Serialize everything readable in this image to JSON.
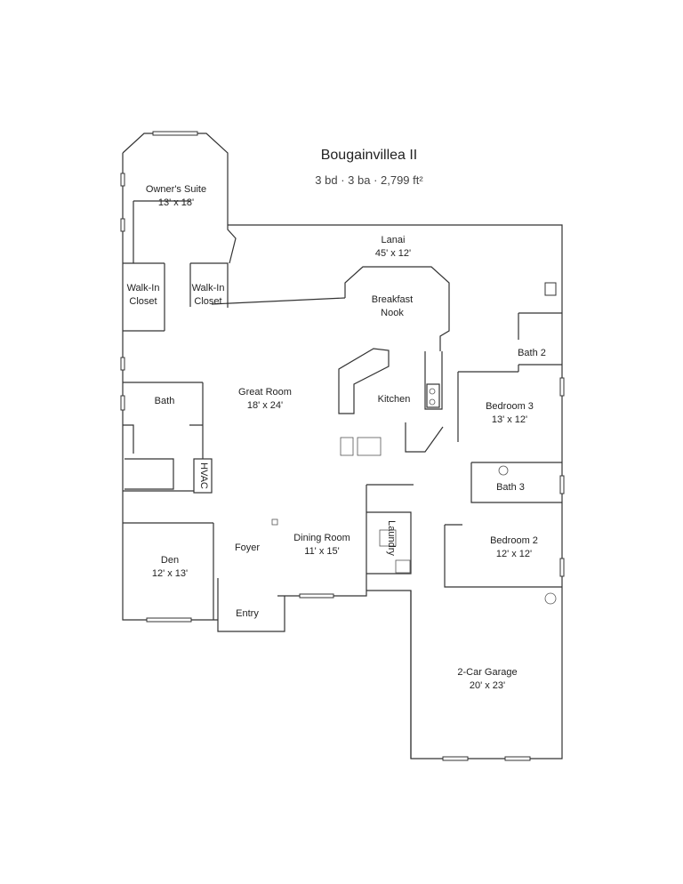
{
  "plan": {
    "name": "Bougainvillea II",
    "specs": "3 bd · 3 ba · 2,799 ft²"
  },
  "rooms": {
    "owners_suite": {
      "name": "Owner's Suite",
      "size": "13' x 18'"
    },
    "lanai": {
      "name": "Lanai",
      "size": "45' x 12'"
    },
    "walk_in_closet_1": {
      "name_line1": "Walk-In",
      "name_line2": "Closet"
    },
    "walk_in_closet_2": {
      "name_line1": "Walk-In",
      "name_line2": "Closet"
    },
    "breakfast_nook": {
      "name_line1": "Breakfast",
      "name_line2": "Nook"
    },
    "bath_2": {
      "name": "Bath 2"
    },
    "great_room": {
      "name": "Great Room",
      "size": "18' x 24'"
    },
    "kitchen": {
      "name": "Kitchen"
    },
    "bath": {
      "name": "Bath"
    },
    "bedroom_3": {
      "name": "Bedroom 3",
      "size": "13' x 12'"
    },
    "hvac": {
      "name": "HVAC"
    },
    "bath_3": {
      "name": "Bath 3"
    },
    "laundry": {
      "name": "Laundry"
    },
    "dining_room": {
      "name": "Dining Room",
      "size": "11' x 15'"
    },
    "foyer": {
      "name": "Foyer"
    },
    "bedroom_2": {
      "name": "Bedroom 2",
      "size": "12' x 12'"
    },
    "den": {
      "name": "Den",
      "size": "12' x 13'"
    },
    "entry": {
      "name": "Entry"
    },
    "garage": {
      "name": "2-Car Garage",
      "size": "20' x 23'"
    }
  }
}
